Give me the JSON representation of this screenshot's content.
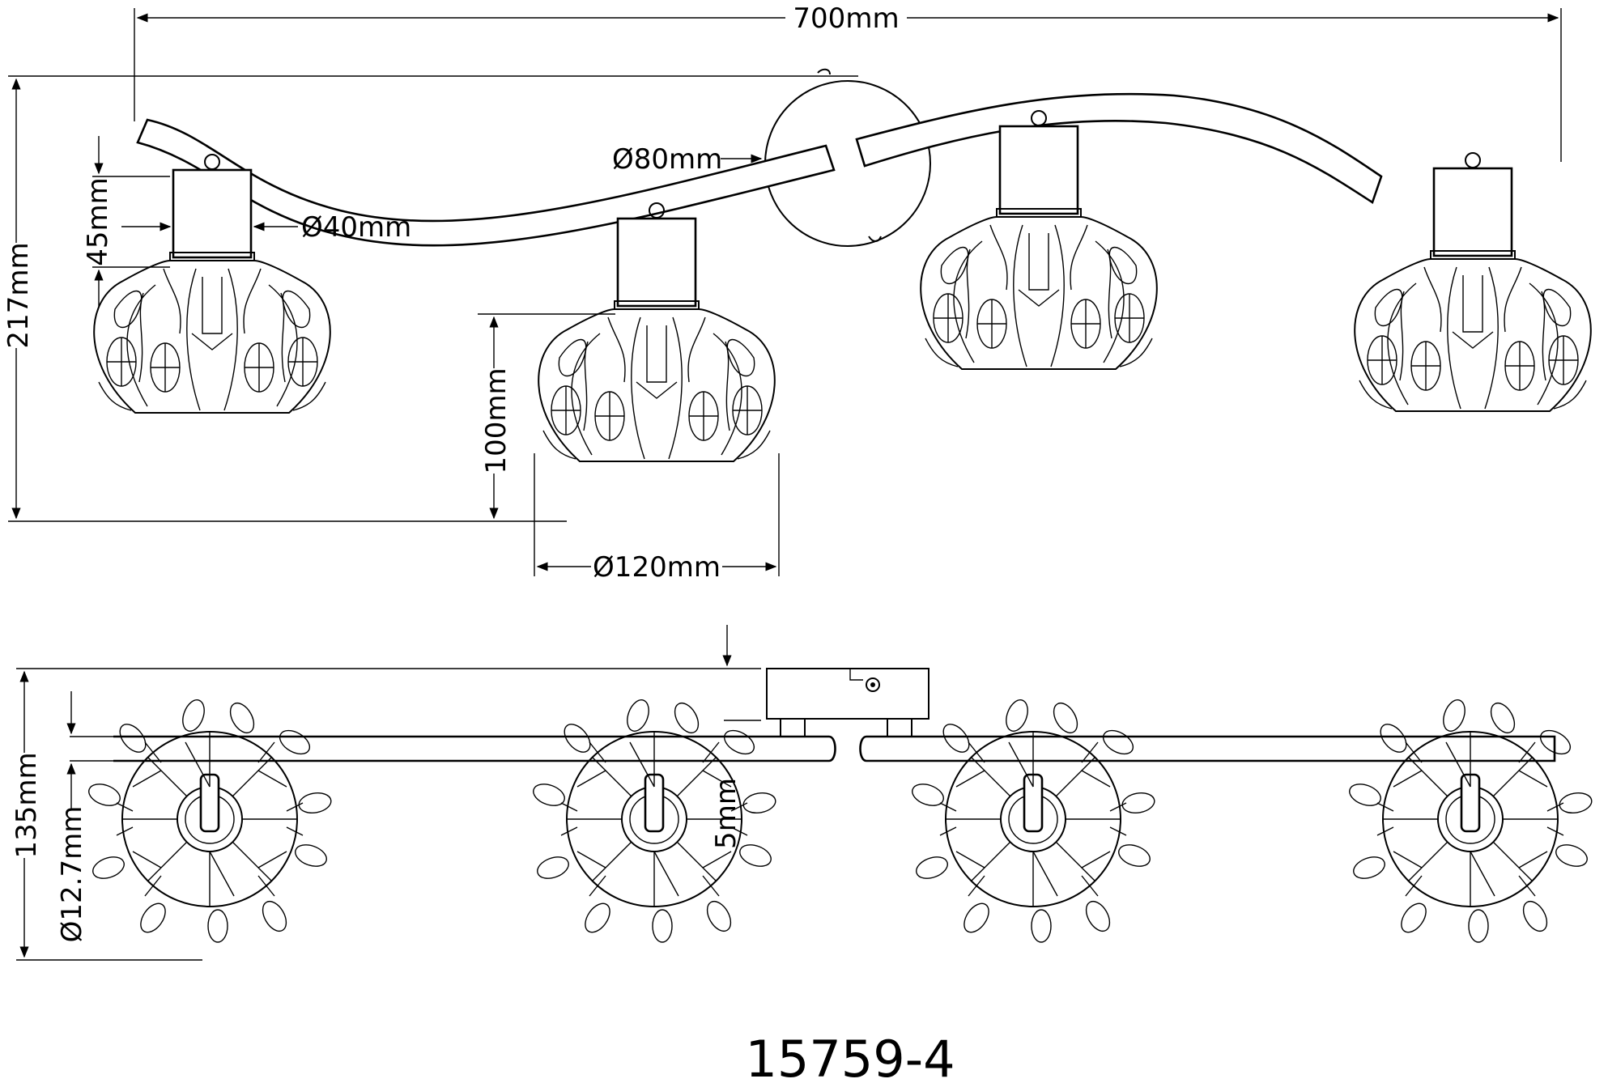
{
  "dimensions": {
    "total_width": "700mm",
    "total_height": "217mm",
    "canopy_diameter": "Ø80mm",
    "holder_diameter": "Ø40mm",
    "holder_height": "45mm",
    "shade_height": "100mm",
    "shade_diameter": "Ø120mm",
    "depth": "135mm",
    "bar_diameter": "Ø12.7mm",
    "partial_label": "5mm"
  },
  "model_number": "15759-4",
  "icons": [
    "dimension-arrow",
    "lamp-shade-side-view",
    "lamp-shade-top-view",
    "wall-canopy"
  ],
  "colors": {
    "line": "#000000",
    "background": "#ffffff"
  }
}
